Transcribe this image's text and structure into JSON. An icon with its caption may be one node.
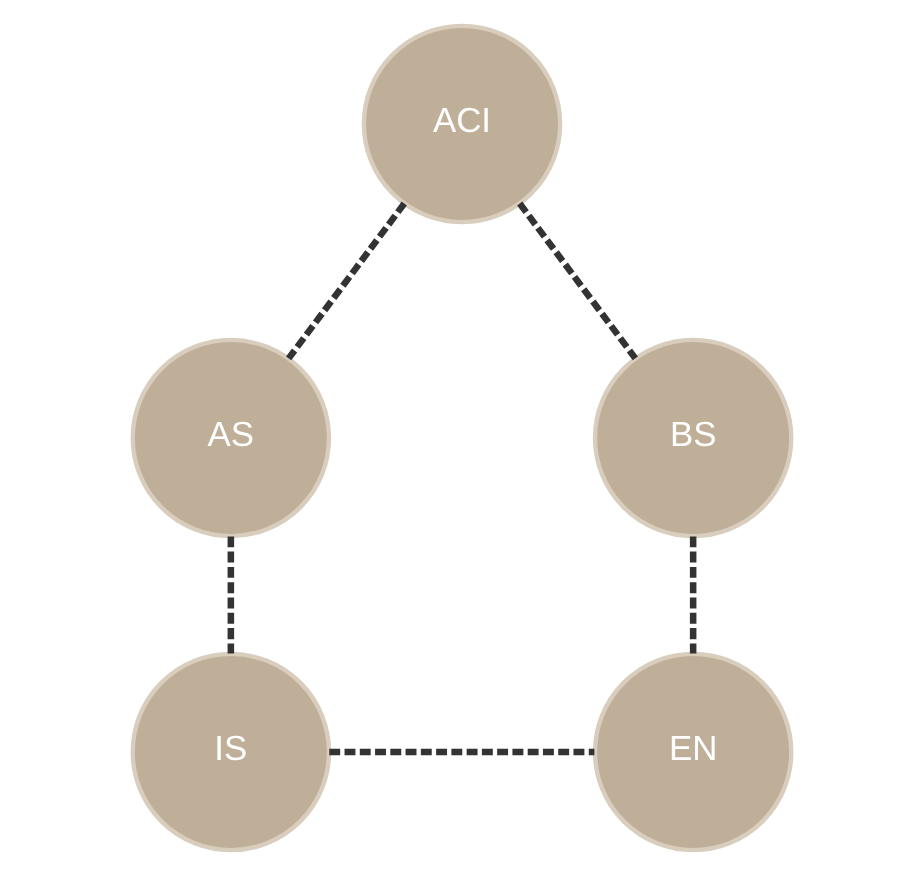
{
  "diagram": {
    "nodes": [
      {
        "text": [
          "ACI"
        ]
      },
      {
        "text": [
          "AS"
        ]
      },
      {
        "text": [
          "BS"
        ]
      },
      {
        "text": [
          "IS"
        ]
      },
      {
        "text": [
          "EN"
        ]
      }
    ],
    "edges": [
      {
        "from": 0,
        "to": 2,
        "arrow": "none",
        "style": "dashed"
      },
      {
        "from": 2,
        "to": 4,
        "arrow": "none",
        "style": "dashed"
      },
      {
        "from": 4,
        "to": 3,
        "arrow": "none",
        "style": "dashed"
      },
      {
        "from": 3,
        "to": 1,
        "arrow": "none",
        "style": "dashed"
      },
      {
        "from": 1,
        "to": 0,
        "arrow": "none",
        "style": "dashed"
      }
    ]
  }
}
